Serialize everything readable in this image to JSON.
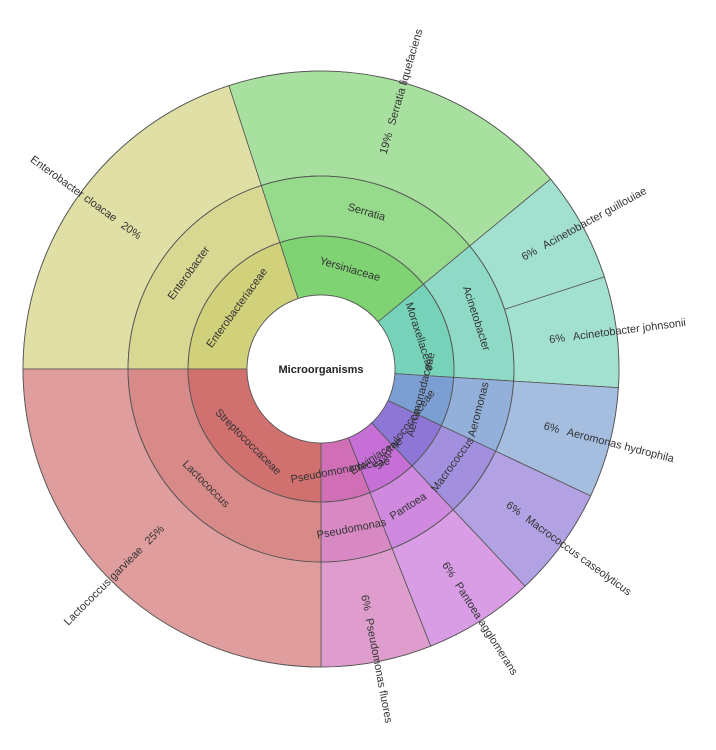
{
  "chart_data": {
    "type": "sunburst",
    "root": "Microorganisms",
    "colors": {
      "Enterobacteriaceae": "#d1d07b",
      "Yersiniaceae": "#7fd372",
      "Moraxellaceae": "#76d2b9",
      "Aeromonadaceae": "#7b9fd2",
      "Staphylococcaceae": "#8e76d6",
      "Erwiniaceae": "#c56fd7",
      "Pseudomonadaceae": "#d06fb6",
      "Streptococcaceae": "#d0706f"
    },
    "families": [
      {
        "name": "Enterobacteriaceae",
        "genera": [
          {
            "name": "Enterobacter",
            "species": [
              {
                "name": "Enterobacter cloacae",
                "pct": "20%",
                "value": 20
              }
            ]
          }
        ]
      },
      {
        "name": "Yersiniaceae",
        "genera": [
          {
            "name": "Serratia",
            "species": [
              {
                "name": "Serratia liquefaciens",
                "pct": "19%",
                "value": 19
              }
            ]
          }
        ]
      },
      {
        "name": "Moraxellaceae",
        "genera": [
          {
            "name": "Acinetobacter",
            "species": [
              {
                "name": "Acinetobacter guillouiae",
                "pct": "6%",
                "value": 6
              },
              {
                "name": "Acinetobacter johnsonii",
                "pct": "6%",
                "value": 6
              }
            ]
          }
        ]
      },
      {
        "name": "Aeromonadaceae",
        "genera": [
          {
            "name": "Aeromonas",
            "species": [
              {
                "name": "Aeromonas hydrophila",
                "pct": "6%",
                "value": 6
              }
            ]
          }
        ]
      },
      {
        "name": "Staphylococcaceae",
        "genera": [
          {
            "name": "Macrococcus",
            "species": [
              {
                "name": "Macrococcus caseolyticus",
                "pct": "6%",
                "value": 6
              }
            ]
          }
        ]
      },
      {
        "name": "Erwiniaceae",
        "genera": [
          {
            "name": "Pantoea",
            "species": [
              {
                "name": "Pantoea agglomerans",
                "pct": "6%",
                "value": 6
              }
            ]
          }
        ]
      },
      {
        "name": "Pseudomonadaceae",
        "genera": [
          {
            "name": "Pseudomonas",
            "species": [
              {
                "name": "Pseudomonas fluores",
                "pct": "6%",
                "value": 6
              }
            ]
          }
        ]
      },
      {
        "name": "Streptococcaceae",
        "genera": [
          {
            "name": "Lactococcus",
            "species": [
              {
                "name": "Lactococcus garvieae",
                "pct": "25%",
                "value": 25
              }
            ]
          }
        ]
      }
    ]
  }
}
